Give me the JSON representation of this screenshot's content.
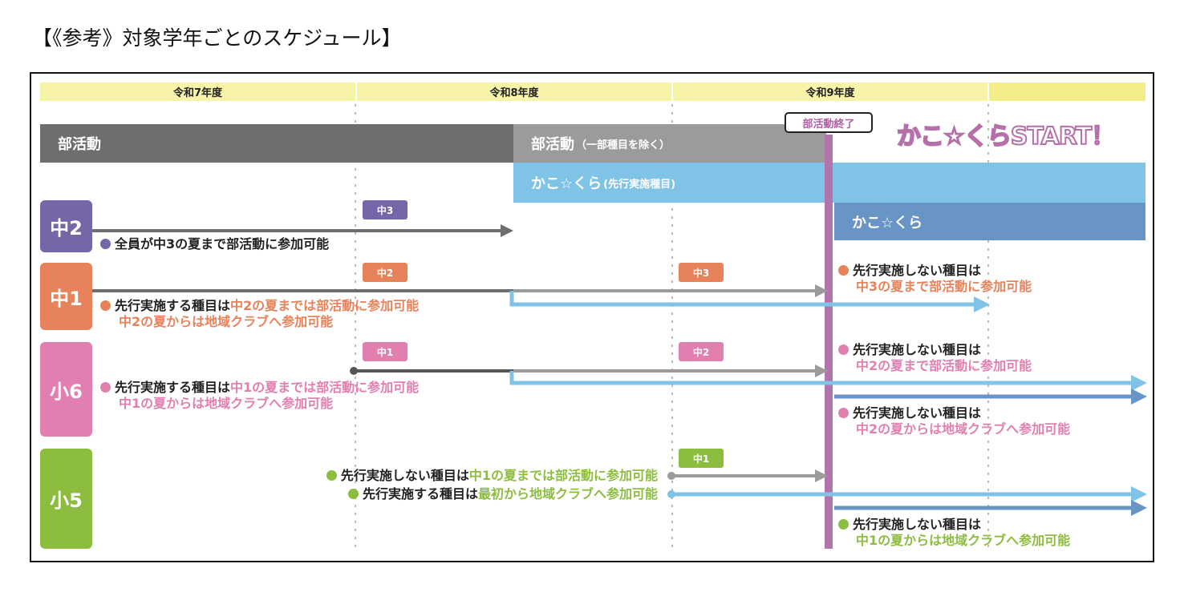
{
  "title": "【《参考》対象学年ごとのスケジュール】",
  "years": [
    "令和7年度",
    "令和8年度",
    "令和9年度"
  ],
  "bars": {
    "club": "部活動",
    "club_partial": "部活動",
    "club_partial_note": "（一部種目を除く）",
    "kakokura_advance": "かこ☆くら",
    "kakokura_advance_note": "(先行実施種目)",
    "kakokura": "かこ☆くら"
  },
  "club_end": "部活動終了",
  "start": "かこ☆くらSTART！",
  "colors": {
    "purple": "#7566a8",
    "orange": "#e8825a",
    "pink": "#e27fb1",
    "green": "#8cbd3f",
    "lightblue": "#7fc3e6",
    "blue": "#6894c6",
    "darkgray": "#6e6e6e",
    "gray": "#9b9b9b",
    "magenta": "#b274ac",
    "yellow": "#f7f3a8"
  },
  "grades": [
    {
      "label": "中2",
      "tags": [
        "中3"
      ],
      "notes": [
        {
          "black": "全員が中3の夏まで部活動に参加可能",
          "color": ""
        }
      ]
    },
    {
      "label": "中1",
      "tags": [
        "中2",
        "中3"
      ],
      "notes": [
        {
          "black": "先行実施する種目は",
          "color": "中2の夏までは部活動に参加可能",
          "line2": "中2の夏からは地域クラブへ参加可能"
        }
      ],
      "right": [
        {
          "black": "先行実施しない種目は",
          "color": "中3の夏まで部活動に参加可能"
        }
      ]
    },
    {
      "label": "小6",
      "tags": [
        "中1",
        "中2"
      ],
      "notes": [
        {
          "black": "先行実施する種目は",
          "color": "中1の夏までは部活動に参加可能",
          "line2": "中1の夏からは地域クラブへ参加可能"
        }
      ],
      "right": [
        {
          "black": "先行実施しない種目は",
          "color": "中2の夏まで部活動に参加可能"
        },
        {
          "black": "先行実施しない種目は",
          "color": "中2の夏からは地域クラブへ参加可能"
        }
      ]
    },
    {
      "label": "小5",
      "tags": [
        "中1"
      ],
      "notes": [
        {
          "black": "先行実施しない種目は",
          "color": "中1の夏までは部活動に参加可能"
        },
        {
          "black": "先行実施する種目は",
          "color": "最初から地域クラブへ参加可能"
        }
      ],
      "right": [
        {
          "black": "先行実施しない種目は",
          "color": "中1の夏からは地域クラブへ参加可能"
        }
      ]
    }
  ]
}
